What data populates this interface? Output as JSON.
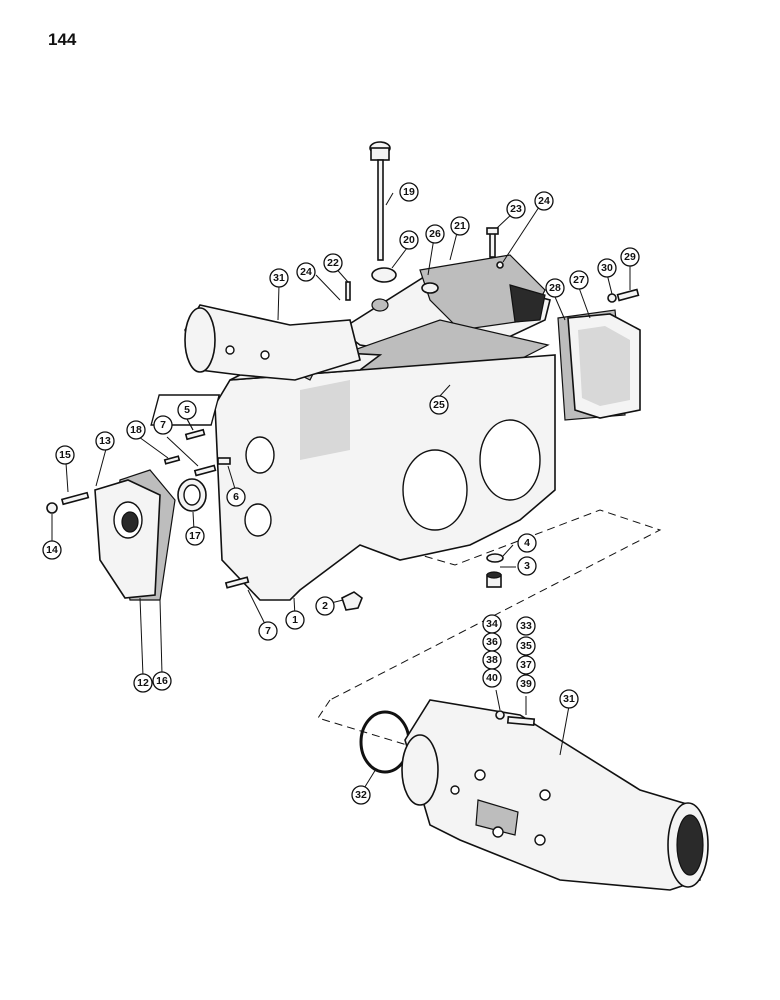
{
  "page_number": "144",
  "callouts": [
    "1",
    "2",
    "3",
    "4",
    "5",
    "6",
    "7",
    "7",
    "12",
    "13",
    "14",
    "15",
    "16",
    "17",
    "18",
    "19",
    "20",
    "21",
    "22",
    "23",
    "24",
    "24",
    "25",
    "26",
    "27",
    "28",
    "29",
    "30",
    "31",
    "31",
    "32",
    "33",
    "34",
    "35",
    "36",
    "37",
    "38",
    "39",
    "40"
  ]
}
